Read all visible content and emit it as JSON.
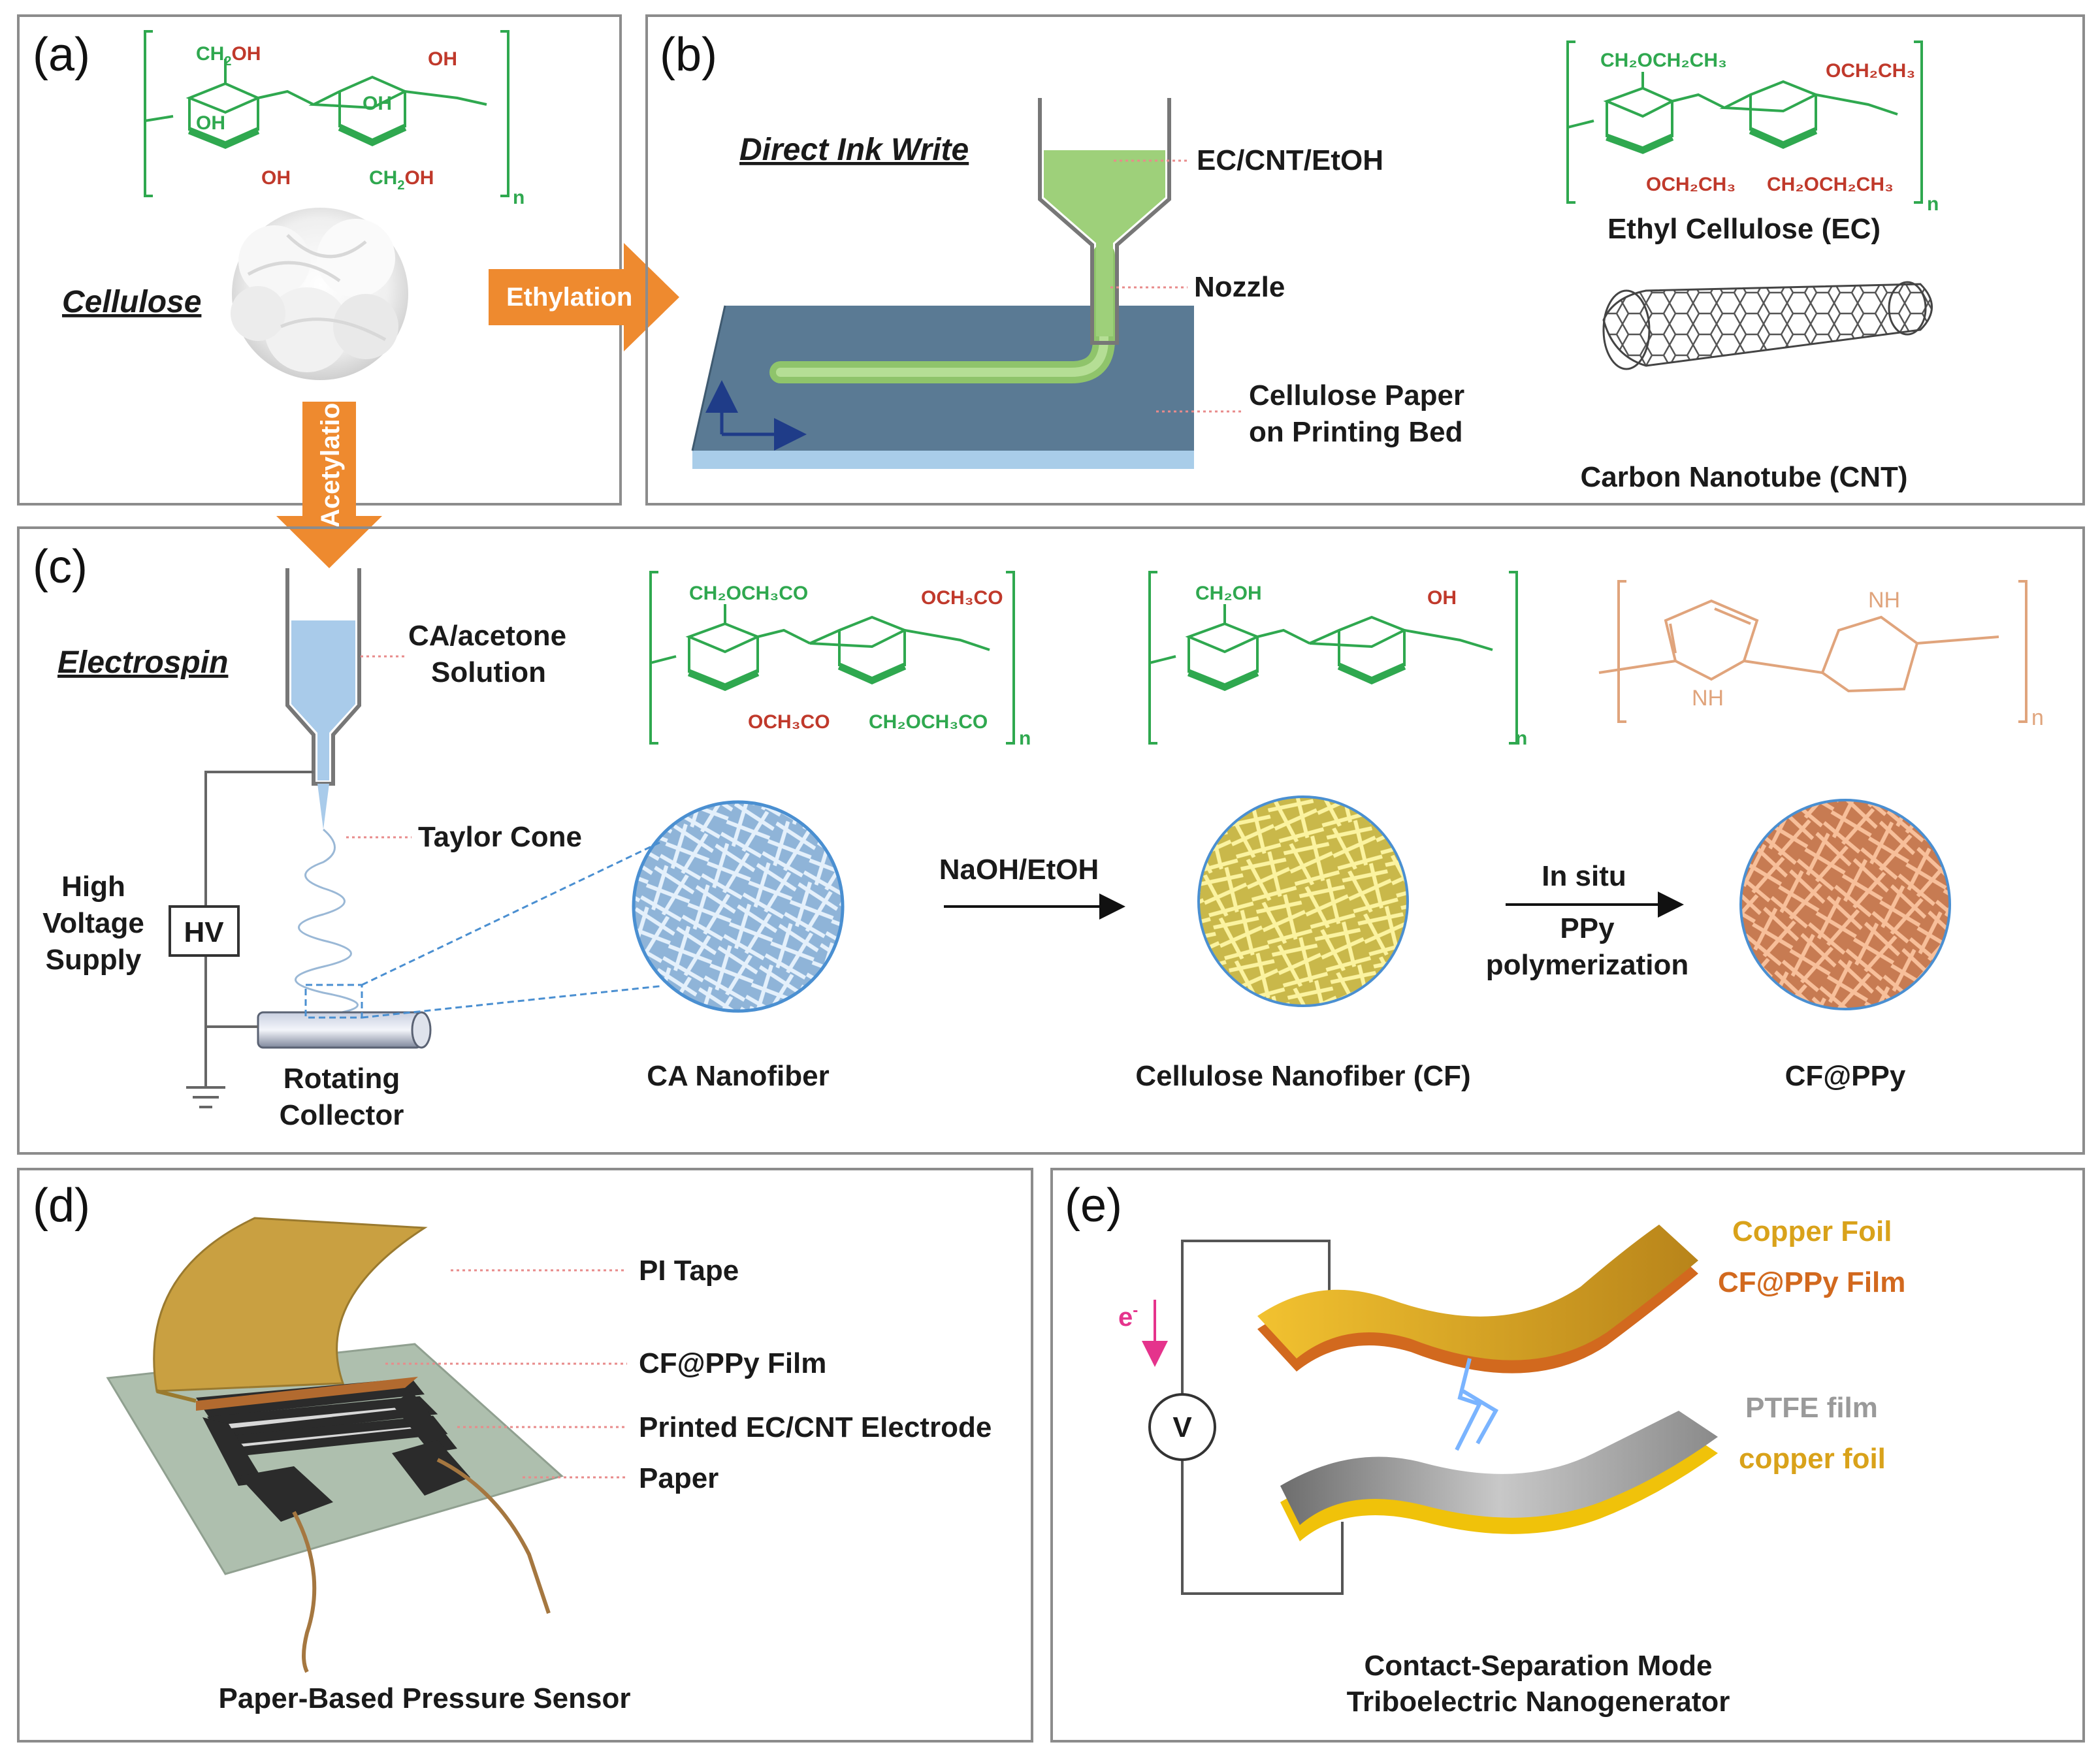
{
  "panels": {
    "a": {
      "label": "(a)",
      "title": "Cellulose",
      "ethylation": "Ethylation",
      "acetylation": "Acetylation",
      "chem": {
        "g1": "CH",
        "g1s": "2",
        "g1o": "OH",
        "oh1": "OH",
        "oh2": "OH",
        "oh3": "OH",
        "oh4": "OH",
        "g2": "CH",
        "g2s": "2",
        "g2o": "OH",
        "n": "n"
      }
    },
    "b": {
      "label": "(b)",
      "title": "Direct Ink Write",
      "ink": "EC/CNT/EtOH",
      "nozzle": "Nozzle",
      "paper1": "Cellulose Paper",
      "paper2": "on Printing Bed",
      "ec": "Ethyl Cellulose (EC)",
      "cnt": "Carbon Nanotube (CNT)",
      "chem": {
        "g1": "CH₂OCH₂CH₃",
        "g2": "OCH₂CH₃",
        "g3": "OCH₂CH₃",
        "g4": "CH₂OCH₂CH₃",
        "n": "n"
      }
    },
    "c": {
      "label": "(c)",
      "title": "Electrospin",
      "solution1": "CA/acetone",
      "solution2": "Solution",
      "taylor": "Taylor Cone",
      "hv1": "High",
      "hv2": "Voltage",
      "hv3": "Supply",
      "hv": "HV",
      "collector1": "Rotating",
      "collector2": "Collector",
      "ca": "CA Nanofiber",
      "naoh": "NaOH/EtOH",
      "cf": "Cellulose Nanofiber (CF)",
      "insitu": "In situ",
      "ppy": "PPy",
      "poly": "polymerization",
      "cfppy": "CF@PPy",
      "chem_ca": {
        "g1": "CH₂OCH₃CO",
        "g2": "OCH₃CO",
        "g3": "OCH₃CO",
        "g4": "CH₂OCH₃CO",
        "n": "n"
      },
      "chem_cf": {
        "g1": "CH₂OH",
        "oh": "OH",
        "n": "n"
      },
      "chem_ppy": {
        "nh": "NH",
        "h": "H",
        "n": "n"
      }
    },
    "d": {
      "label": "(d)",
      "pi": "PI Tape",
      "film": "CF@PPy Film",
      "electrode": "Printed EC/CNT Electrode",
      "paper": "Paper",
      "caption": "Paper-Based Pressure Sensor"
    },
    "e": {
      "label": "(e)",
      "copper": "Copper Foil",
      "film": "CF@PPy Film",
      "ptfe": "PTFE film",
      "copper2": "copper foil",
      "electron": "e",
      "electron_sup": "-",
      "v": "V",
      "caption1": "Contact-Separation Mode",
      "caption2": "Triboelectric Nanogenerator"
    }
  },
  "colors": {
    "arrow": "#ee8a2f",
    "chem_green": "#2fa84f",
    "chem_red": "#c0392b",
    "ppy": "#e0a47c",
    "copper_text": "#d9a21a",
    "film_text": "#d2691e",
    "ptfe_text": "#9a9a9a",
    "electron": "#e5338c",
    "bed": "#5a7a94",
    "ink": "#9ed07a",
    "solution": "#a9cbea"
  }
}
